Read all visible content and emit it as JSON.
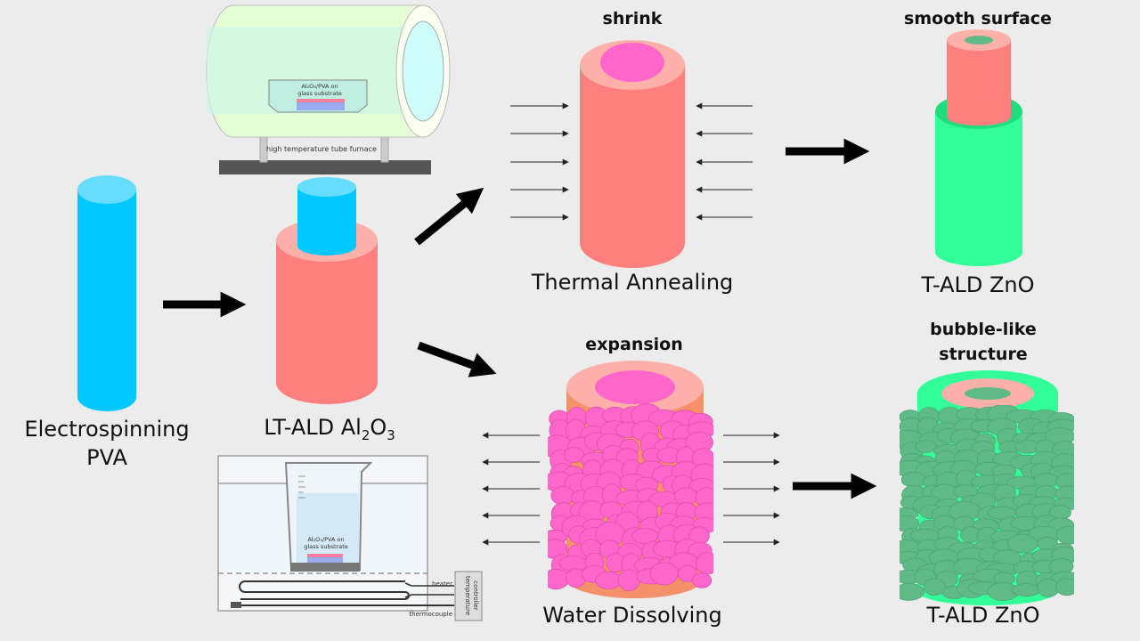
{
  "steps": {
    "electrospinning": {
      "line1": "Electrospinning",
      "line2": "PVA"
    },
    "lt_ald": {
      "prefix": "LT-ALD Al",
      "sub1": "2",
      "mid": "O",
      "sub2": "3"
    },
    "thermal": {
      "label": "Thermal Annealing",
      "effect": "shrink"
    },
    "water": {
      "label": "Water Dissolving",
      "effect": "expansion"
    },
    "zno_top": {
      "label": "T-ALD ZnO",
      "note": "smooth surface"
    },
    "zno_bottom": {
      "label": "T-ALD ZnO",
      "note_line1": "bubble-like",
      "note_line2": "structure"
    }
  },
  "furnace": {
    "label": "high temperature tube furnace",
    "sample_line1": "Al₂O₃/PVA on",
    "sample_line2": "glass substrate"
  },
  "bath": {
    "sample_line1": "Al₂O₃/PVA on",
    "sample_line2": "glass substrate",
    "heater": "heater",
    "thermocouple": "thermocouple",
    "controller_line1": "temperature",
    "controller_line2": "controller"
  },
  "colors": {
    "pva": "#00c8ff",
    "pva_top": "#66ddff",
    "alumina": "#ff7f7f",
    "alumina_top": "#ffb0a8",
    "core": "#ff66cc",
    "zno": "#33ff99",
    "bubble": "#5fba88"
  }
}
